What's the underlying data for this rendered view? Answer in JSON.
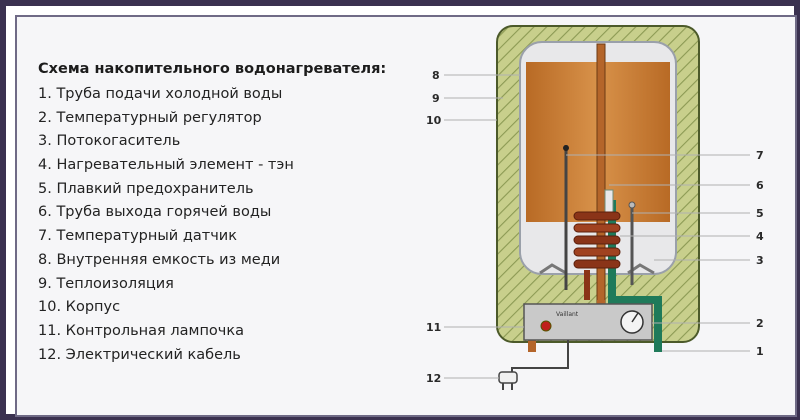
{
  "legend": {
    "title": "Схема накопительного водонагревателя:",
    "items": [
      "1. Труба подачи холодной воды",
      "2. Температурный регулятор",
      "3. Потокогаситель",
      "4. Нагревательный элемент - тэн",
      "5. Плавкий предохранитель",
      "6. Труба выхода горячей воды",
      "7. Температурный датчик",
      "8. Внутренняя емкость из меди",
      "9. Теплоизоляция",
      "10. Корпус",
      "11. Контрольная лампочка",
      "12. Электрический кабель"
    ]
  },
  "callouts": {
    "n1": "1",
    "n2": "2",
    "n3": "3",
    "n4": "4",
    "n5": "5",
    "n6": "6",
    "n7": "7",
    "n8": "8",
    "n9": "9",
    "n10": "10",
    "n11": "11",
    "n12": "12"
  },
  "control_panel": {
    "brand": "Vaillant"
  },
  "colors": {
    "frame": "#3b3150",
    "insulation": "#c8cf8c",
    "tank": "#d2883a",
    "cold_pipe": "#1f7a5a",
    "hot_pipe": "#b4652a",
    "panel": "#c9c9c9"
  }
}
